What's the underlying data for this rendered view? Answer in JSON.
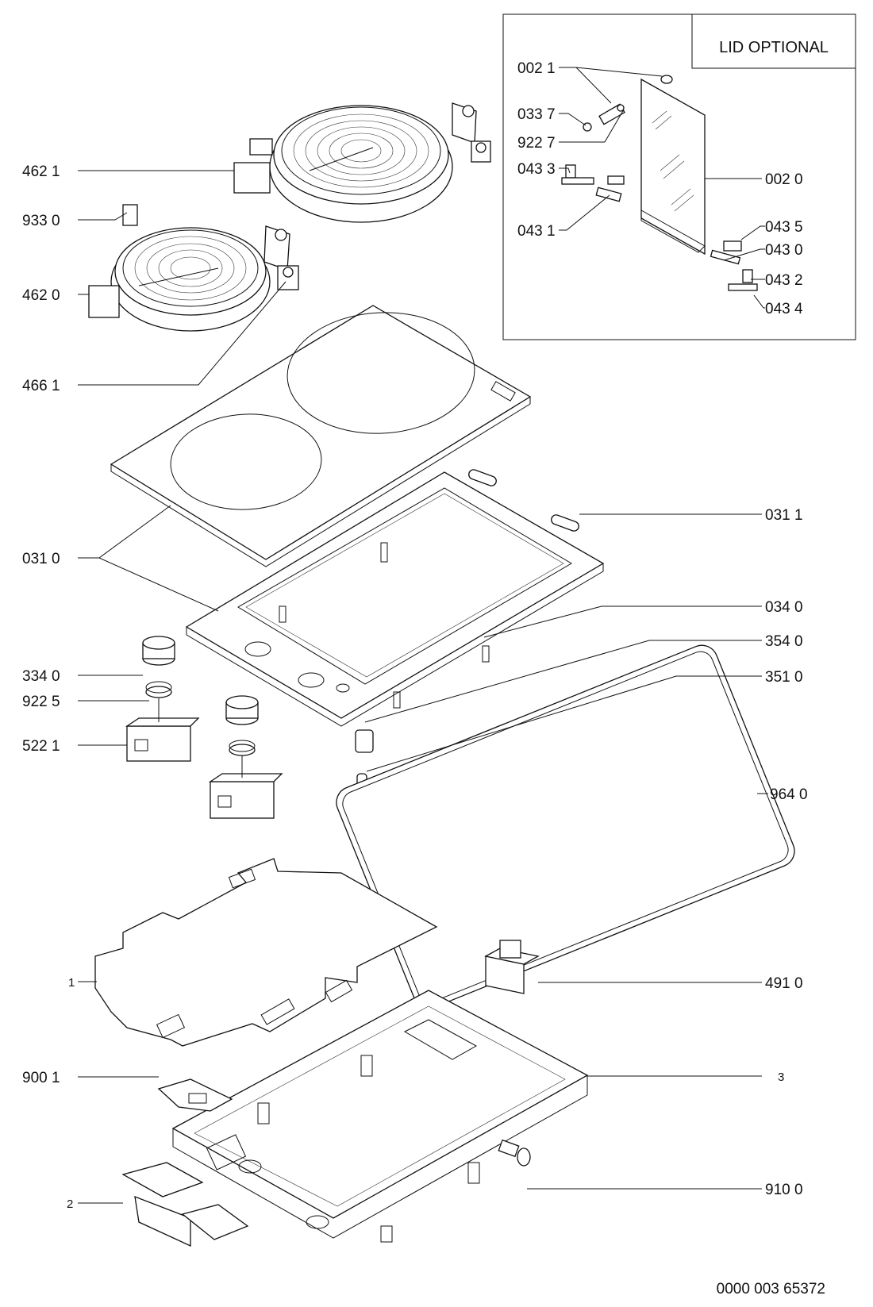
{
  "lid_box": {
    "title": "LID OPTIONAL"
  },
  "labels": {
    "p0021": "002 1",
    "p0337": "033 7",
    "p9227": "922 7",
    "p0433": "043 3",
    "p0431": "043 1",
    "p0020": "002 0",
    "p0435": "043 5",
    "p0430": "043 0",
    "p0432": "043 2",
    "p0434": "043 4",
    "p4621": "462 1",
    "p9330": "933 0",
    "p4620": "462 0",
    "p4661": "466 1",
    "p0311": "031 1",
    "p0310": "031 0",
    "p0340": "034 0",
    "p3540": "354 0",
    "p3340": "334 0",
    "p3510": "351 0",
    "p9225": "922 5",
    "p5221": "522 1",
    "p9640": "964 0",
    "p1": "1",
    "p4910": "491 0",
    "p9001": "900 1",
    "p3": "3",
    "p9100": "910 0",
    "p2": "2"
  },
  "document_number": "0000 003 65372"
}
